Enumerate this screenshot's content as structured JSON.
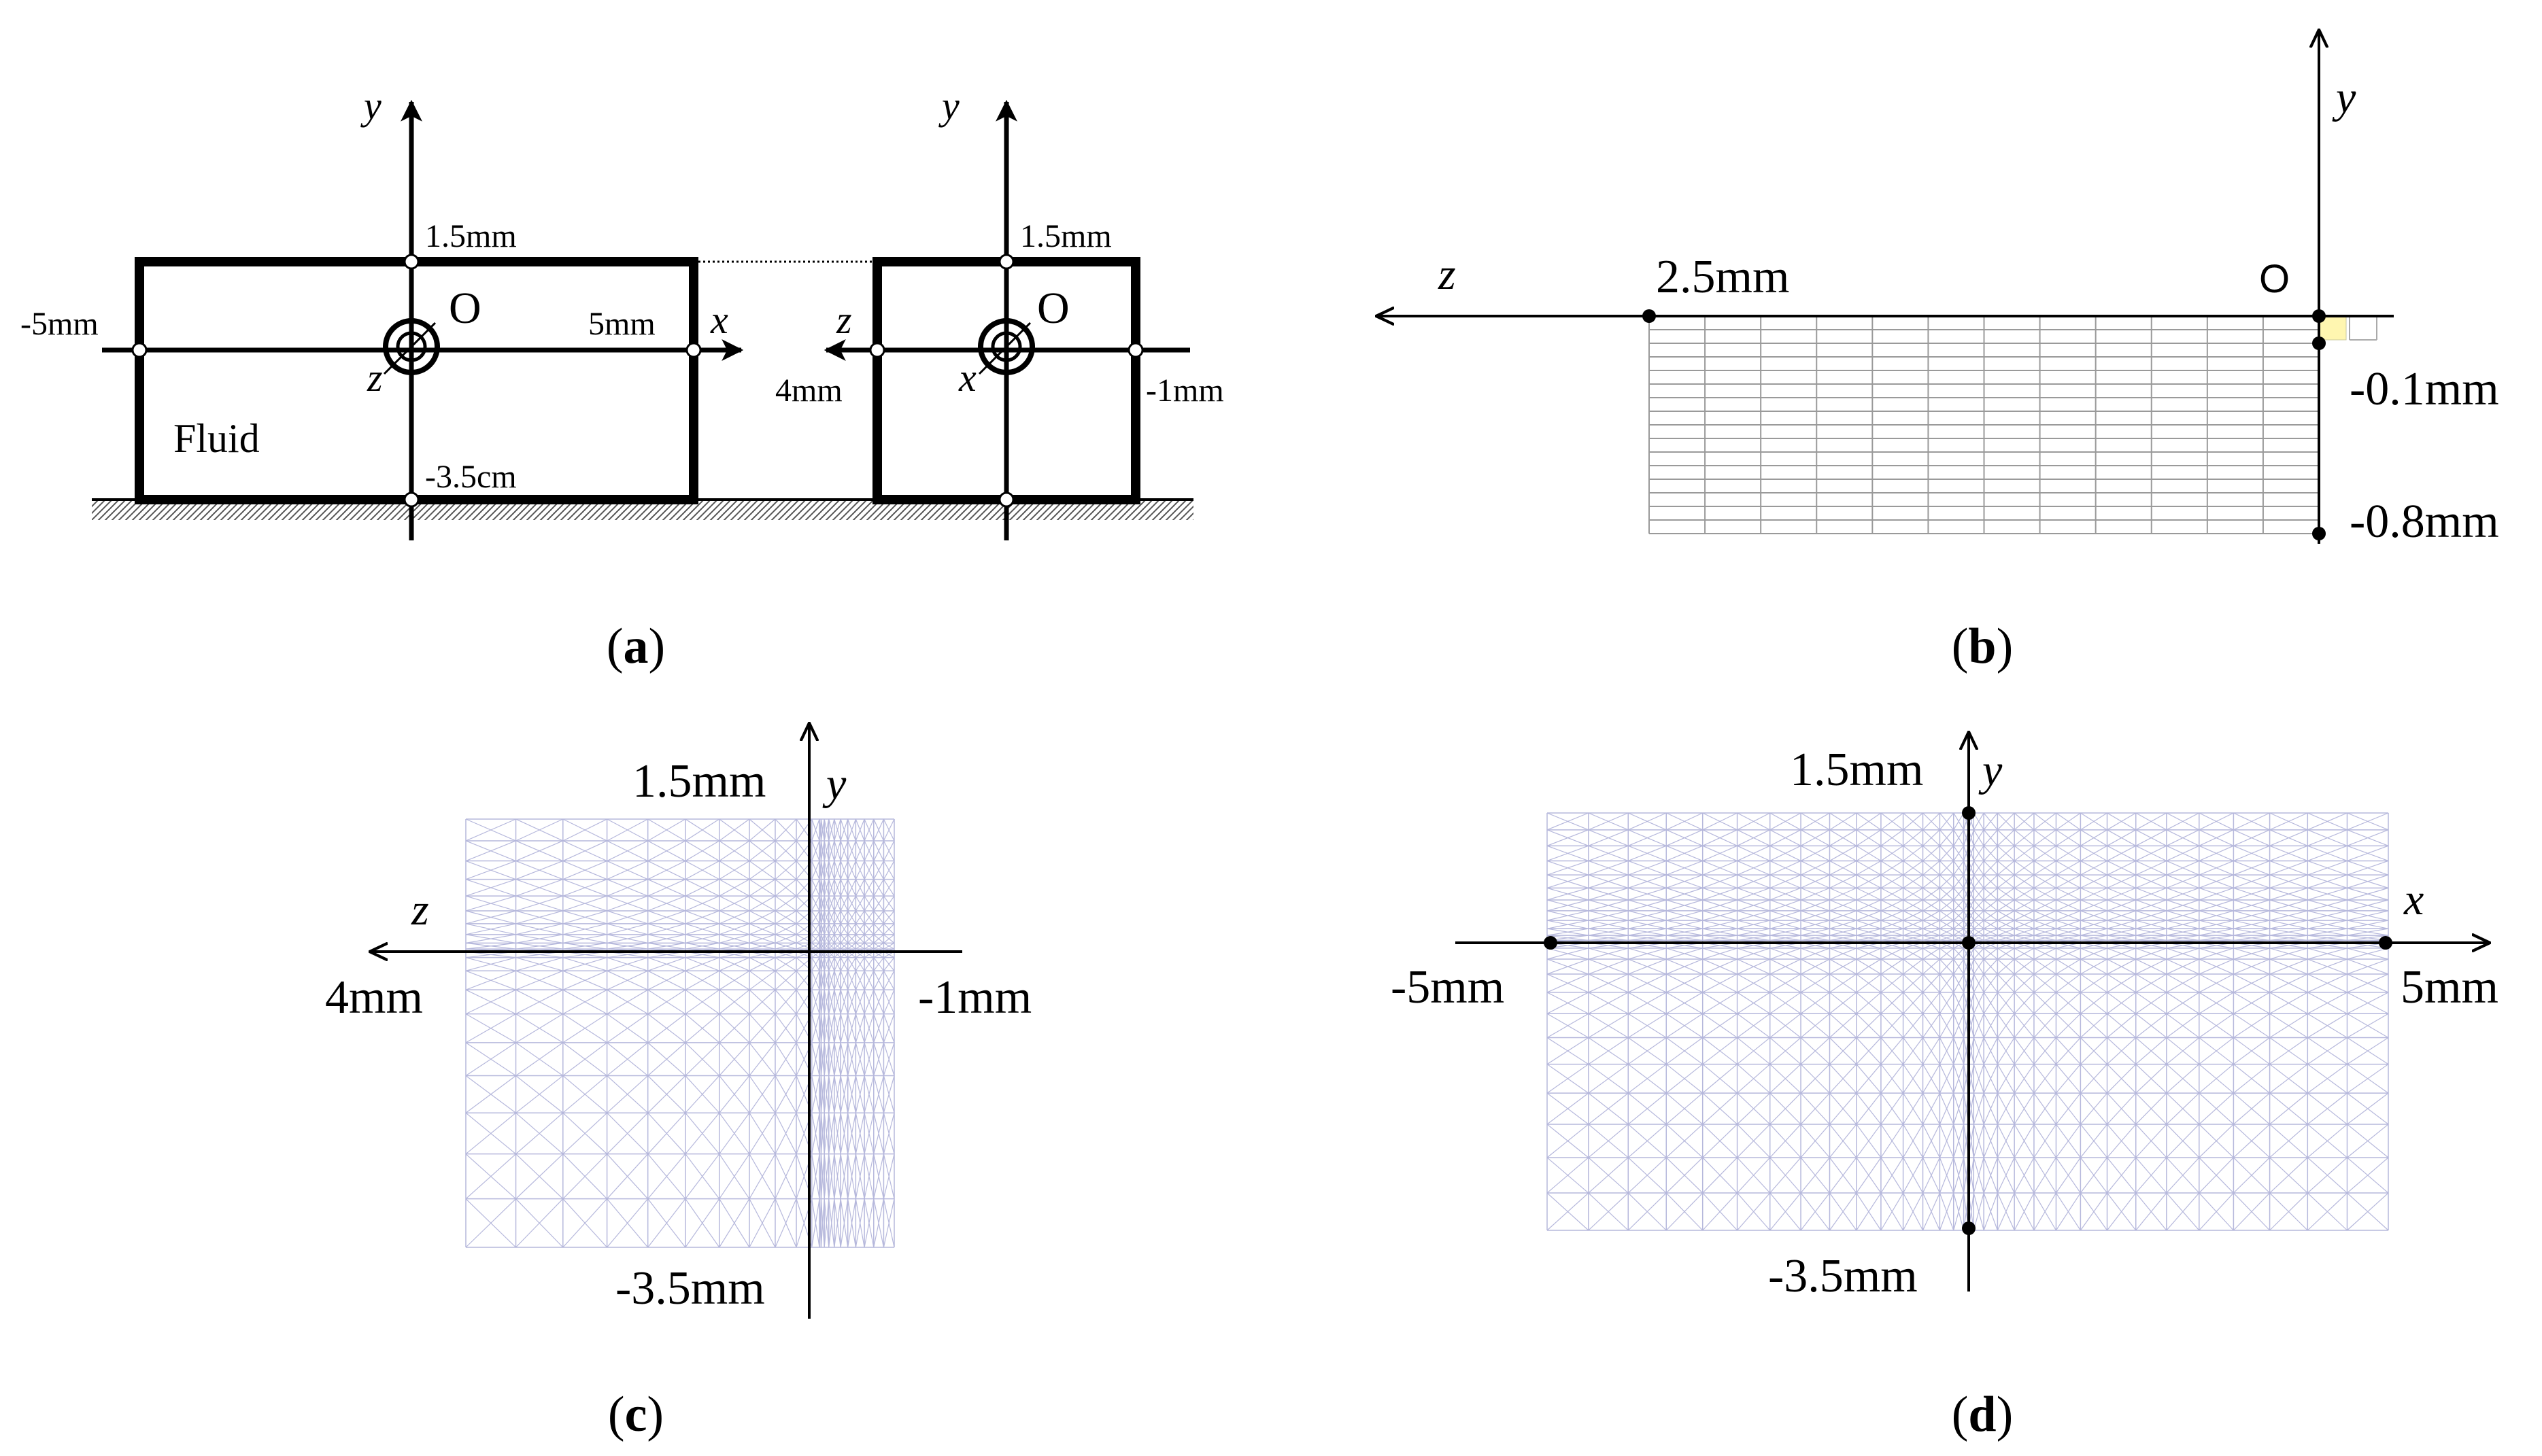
{
  "panels": {
    "a": {
      "caption_letter": "a",
      "left": {
        "y_axis": "y",
        "x_axis": "x",
        "z_axis": "z",
        "origin": "O",
        "top_label": "1.5mm",
        "left_label": "-5mm",
        "right_label": "5mm",
        "bottom_label": "-3.5cm",
        "fluid_label": "Fluid"
      },
      "right": {
        "y_axis": "y",
        "z_axis": "z",
        "x_axis": "x",
        "origin": "O",
        "top_label": "1.5mm",
        "left_label": "4mm",
        "right_label": "-1mm"
      }
    },
    "b": {
      "caption_letter": "b",
      "y_axis": "y",
      "z_axis": "z",
      "origin": "O",
      "z_label": "2.5mm",
      "y_label_1": "-0.1mm",
      "y_label_2": "-0.8mm",
      "highlight_color": "#fff6b0"
    },
    "c": {
      "caption_letter": "c",
      "y_axis": "y",
      "z_axis": "z",
      "top_label": "1.5mm",
      "bottom_label": "-3.5mm",
      "left_label": "4mm",
      "right_label": "-1mm",
      "mesh_color": "#b6b8dc"
    },
    "d": {
      "caption_letter": "d",
      "y_axis": "y",
      "x_axis": "x",
      "top_label": "1.5mm",
      "bottom_label": "-3.5mm",
      "left_label": "-5mm",
      "right_label": "5mm",
      "mesh_color": "#b6b8dc"
    }
  }
}
